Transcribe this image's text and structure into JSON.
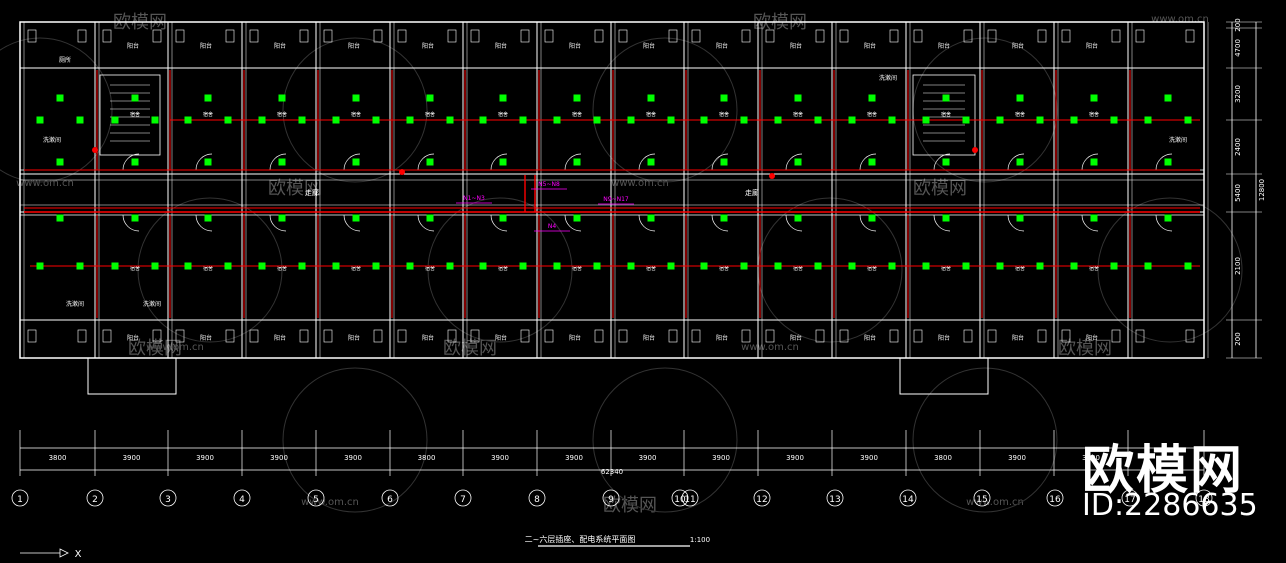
{
  "drawing": {
    "title": "二~六层插座、配电系统平面图",
    "scale": "1:100",
    "total_dimension": "62340",
    "axis_x_label": "X"
  },
  "colors": {
    "wall": "#ffffff",
    "circuit": "#ff0000",
    "fixture": "#00ff00",
    "tag": "#ff00ff",
    "grid": "#ffffff",
    "watermark": "#555555"
  },
  "column_spacings": [
    "3800",
    "3900",
    "3900",
    "3900",
    "3900",
    "3800",
    "3900",
    "3900",
    "3900",
    "3900",
    "3900",
    "3900",
    "3800",
    "3900",
    "3800"
  ],
  "grid_axes": [
    "1",
    "2",
    "3",
    "4",
    "5",
    "6",
    "7",
    "8",
    "9",
    "10",
    "11",
    "12",
    "13",
    "14",
    "15",
    "16",
    "17",
    "18"
  ],
  "row_dimensions": [
    "200",
    "4700",
    "3200",
    "2400",
    "5400",
    "2100",
    "200"
  ],
  "row_total": "12800",
  "room_labels": {
    "balcony": "阳台",
    "dorm": "宿舍",
    "corridor": "走廊",
    "toilet": "厕所",
    "washroom": "洗漱间"
  },
  "panel_tags": [
    "N5~N8",
    "N1~N3",
    "N4",
    "N9~N17"
  ],
  "watermark": {
    "brand": "欧模网",
    "site": "www.om.cn",
    "id_text": "ID:2286635"
  }
}
